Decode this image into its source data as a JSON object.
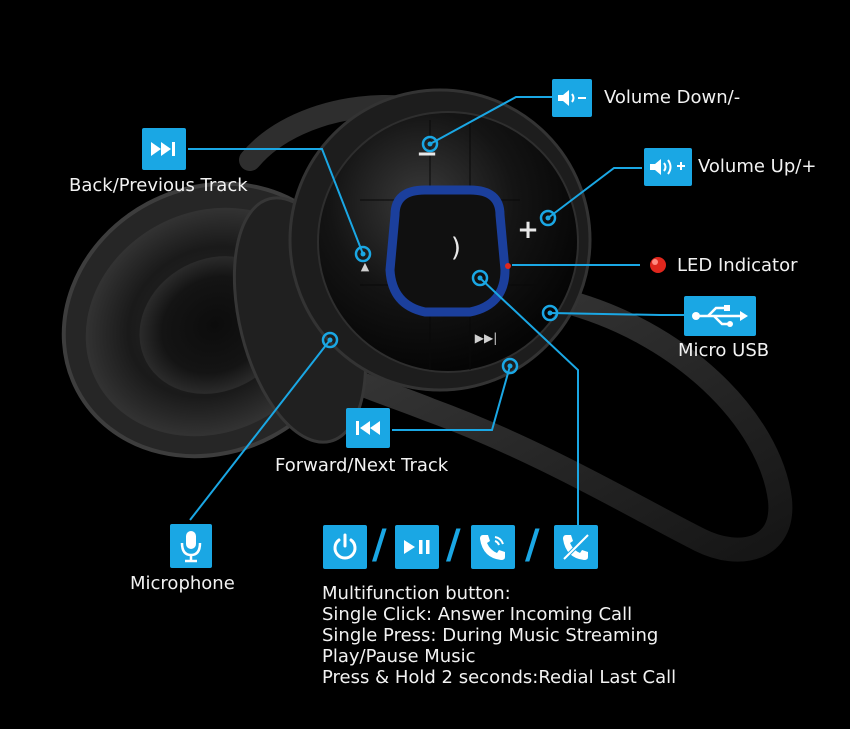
{
  "labels": {
    "volume_down": "Volume Down/-",
    "volume_up": "Volume Up/+",
    "back_previous": "Back/Previous Track",
    "led": "LED Indicator",
    "micro_usb": "Micro USB",
    "forward_next": "Forward/Next Track",
    "microphone": "Microphone"
  },
  "multifunction": {
    "title": "Multifunction button:",
    "lines": [
      "Single Click: Answer Incoming Call",
      "Single Press: During Music Streaming",
      "Play/Pause Music",
      "Press & Hold 2 seconds:Redial Last Call"
    ],
    "separator": "/"
  },
  "colors": {
    "accent": "#1aa7e4",
    "led": "#e0271d",
    "background": "#000000",
    "ring": "#1b3f9c"
  },
  "icons": [
    "volume-down-icon",
    "volume-up-icon",
    "fast-forward-icon",
    "rewind-icon",
    "usb-icon",
    "microphone-icon",
    "power-icon",
    "play-pause-icon",
    "phone-icon",
    "phone-end-icon",
    "led-dot-icon"
  ]
}
